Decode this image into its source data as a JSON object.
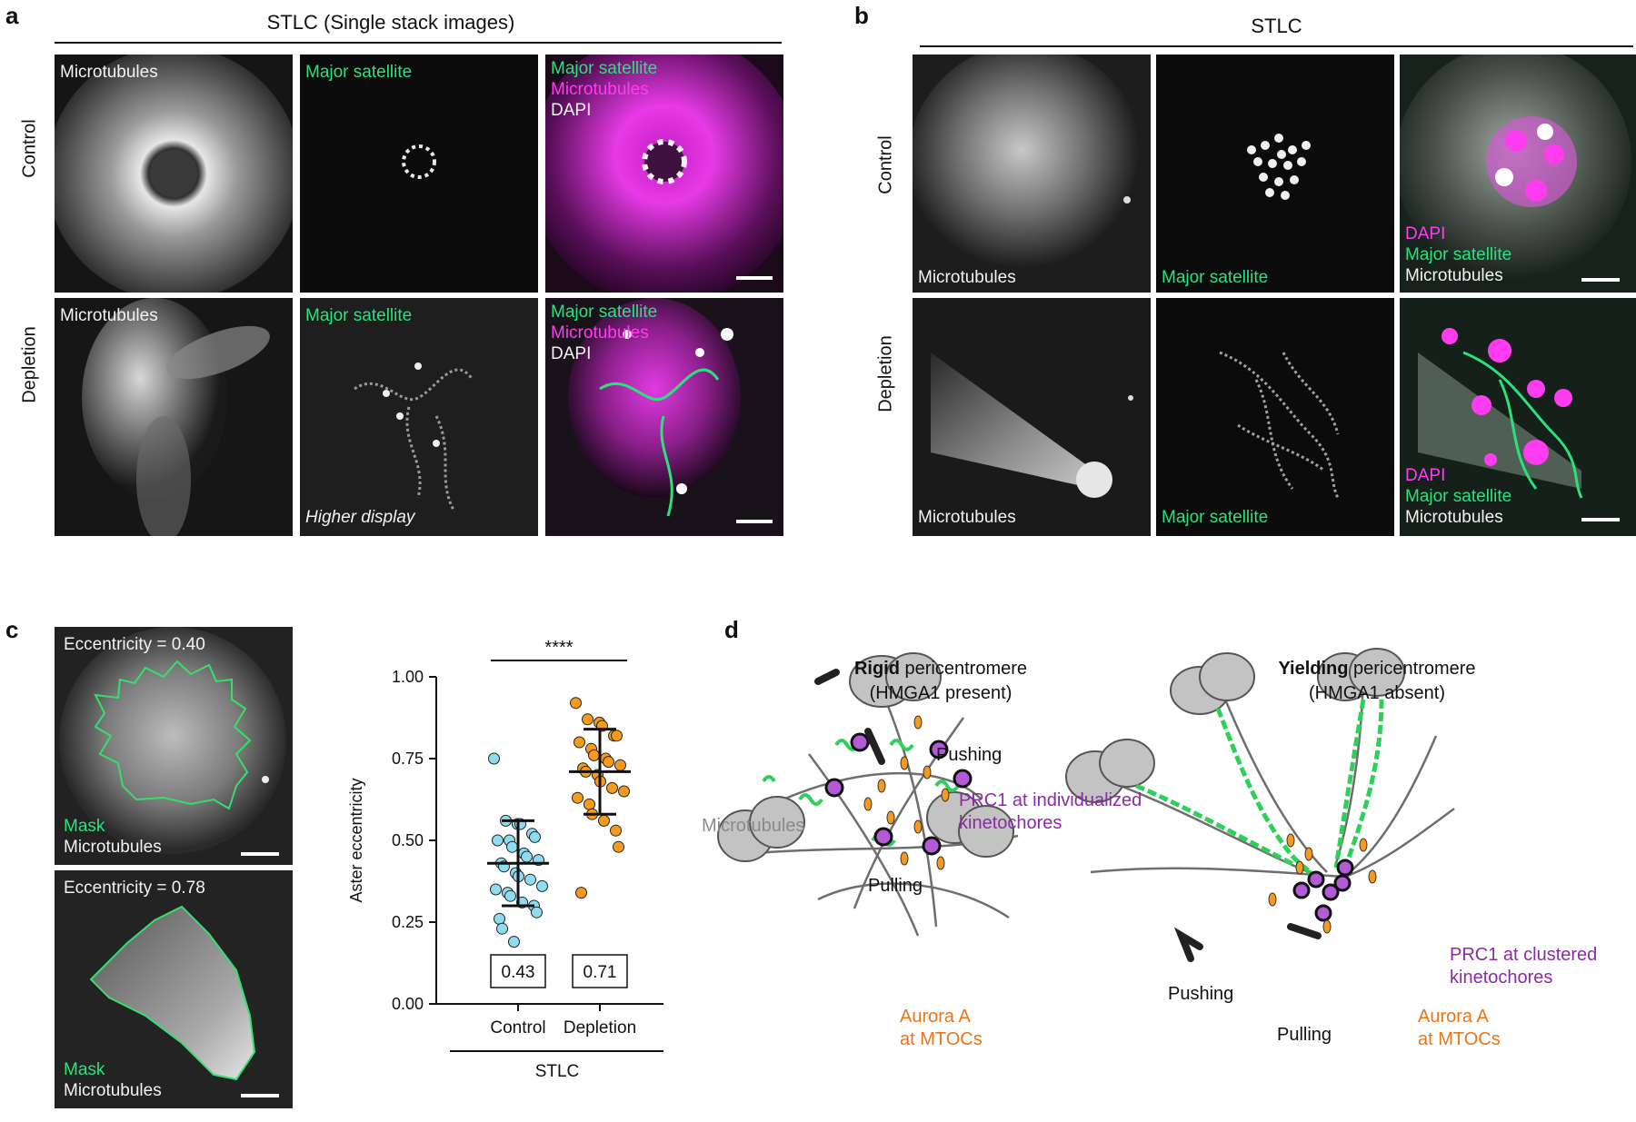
{
  "panel_a": {
    "letter": "a",
    "header": "STLC (Single stack images)",
    "rows": [
      "Control",
      "Depletion"
    ],
    "control": {
      "col1": "Microtubules",
      "col2": "Major satellite",
      "col3": [
        "Major satellite",
        "Microtubules",
        "DAPI"
      ]
    },
    "depletion": {
      "col1": "Microtubules",
      "col2": "Major satellite",
      "col2_note": "Higher display",
      "col3": [
        "Major satellite",
        "Microtubules",
        "DAPI"
      ]
    }
  },
  "panel_b": {
    "letter": "b",
    "header": "STLC",
    "rows": [
      "Control",
      "Depletion"
    ],
    "control": {
      "col1": "Microtubules",
      "col2": "Major satellite",
      "col3": [
        "DAPI",
        "Major satellite",
        "Microtubules"
      ]
    },
    "depletion": {
      "col1": "Microtubules",
      "col2": "Major satellite",
      "col3": [
        "DAPI",
        "Major satellite",
        "Microtubules"
      ]
    }
  },
  "panel_c": {
    "letter": "c",
    "top": {
      "title": "Eccentricity = 0.40",
      "mask": "Mask",
      "channel": "Microtubules"
    },
    "bottom": {
      "title": "Eccentricity = 0.78",
      "mask": "Mask",
      "channel": "Microtubules"
    }
  },
  "chart_data": {
    "type": "scatter",
    "ylabel": "Aster eccentricity",
    "ylim": [
      0,
      1.0
    ],
    "yticks": [
      "0.00",
      "0.25",
      "0.50",
      "0.75",
      "1.00"
    ],
    "categories": [
      "Control",
      "Depletion"
    ],
    "group_label": "STLC",
    "significance": "****",
    "series": [
      {
        "name": "Control",
        "color": "#8fdcf0",
        "mean": 0.43,
        "sd_low": 0.3,
        "sd_high": 0.56,
        "mean_label": "0.43",
        "values": [
          0.75,
          0.56,
          0.55,
          0.55,
          0.52,
          0.51,
          0.5,
          0.5,
          0.48,
          0.46,
          0.45,
          0.44,
          0.43,
          0.42,
          0.4,
          0.39,
          0.38,
          0.36,
          0.35,
          0.34,
          0.33,
          0.31,
          0.3,
          0.28,
          0.26,
          0.23,
          0.19
        ]
      },
      {
        "name": "Depletion",
        "color": "#f59a1e",
        "mean": 0.71,
        "sd_low": 0.58,
        "sd_high": 0.84,
        "mean_label": "0.71",
        "values": [
          0.92,
          0.87,
          0.86,
          0.85,
          0.82,
          0.82,
          0.8,
          0.78,
          0.76,
          0.75,
          0.74,
          0.73,
          0.72,
          0.71,
          0.7,
          0.68,
          0.66,
          0.65,
          0.63,
          0.61,
          0.58,
          0.56,
          0.53,
          0.48,
          0.34
        ]
      }
    ]
  },
  "panel_d": {
    "letter": "d",
    "left": {
      "title_bold": "Rigid",
      "title_rest": " pericentromere",
      "subtitle": "(HMGA1 present)",
      "pushing": "Pushing",
      "pulling": "Pulling",
      "microtubules": "Microtubules",
      "prc1": [
        "PRC1 at individualized",
        "kinetochores"
      ],
      "aurora": [
        "Aurora A",
        "at MTOCs"
      ]
    },
    "right": {
      "title_bold": "Yielding",
      "title_rest": " pericentromere",
      "subtitle": "(HMGA1 absent)",
      "pushing": "Pushing",
      "pulling": "Pulling",
      "prc1": [
        "PRC1 at clustered",
        "kinetochores"
      ],
      "aurora": [
        "Aurora A",
        "at MTOCs"
      ]
    },
    "colors": {
      "purple": "#8b2aa3",
      "orange": "#e8741c",
      "grey": "#8a8a8a",
      "green": "#2fd05a"
    }
  }
}
